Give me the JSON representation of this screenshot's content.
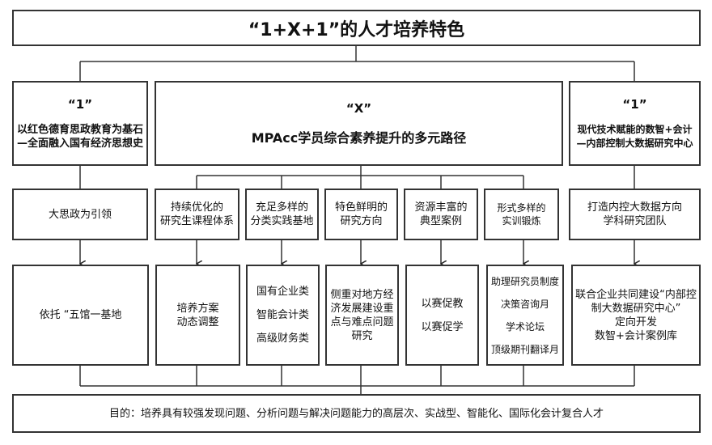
{
  "title": "“1+X+1”的人才培养特色",
  "left": {
    "quote": "“1”",
    "line1": "以红色德育思政教育为基石",
    "line2": "—全面融入国有经济思想史",
    "level2": "大思政为引领",
    "level3": "依托 “五馆一基地"
  },
  "middle": {
    "quote": "“X”",
    "subtitle": "MPAcc学员综合素养提升的多元路径",
    "columns": [
      {
        "level2": [
          "持续优化的",
          "研究生课程体系"
        ],
        "level3": [
          "培养方案",
          "动态调整"
        ]
      },
      {
        "level2": [
          "充足多样的",
          "分类实践基地"
        ],
        "level3": [
          "国有企业类",
          "智能会计类",
          "高级财务类"
        ]
      },
      {
        "level2": [
          "特色鲜明的",
          "研究方向"
        ],
        "level3": [
          "侧重对地方经",
          "济发展建设重",
          "点与难点问题",
          "研究"
        ]
      },
      {
        "level2": [
          "资源丰富的",
          "典型案例"
        ],
        "level3": [
          "以赛促教",
          "以赛促学"
        ]
      },
      {
        "level2": [
          "形式多样的",
          "实训锻炼"
        ],
        "level3": [
          "助理研究员制度",
          "决策咨询月",
          "学术论坛",
          "顶级期刊翻译月"
        ]
      }
    ]
  },
  "right": {
    "quote": "“1”",
    "line1": "现代技术赋能的数智+会计",
    "line2": "—内部控制大数据研究中心",
    "level2": [
      "打造内控大数据方向",
      "学科研究团队"
    ],
    "level3": [
      "联合企业共同建设“内部控",
      "制大数据研究中心”",
      "定向开发",
      "数智+会计案例库"
    ]
  },
  "purpose": "目的：培养具有较强发现问题、分析问题与解决问题能力的高层次、实战型、智能化、国际化会计复合人才"
}
